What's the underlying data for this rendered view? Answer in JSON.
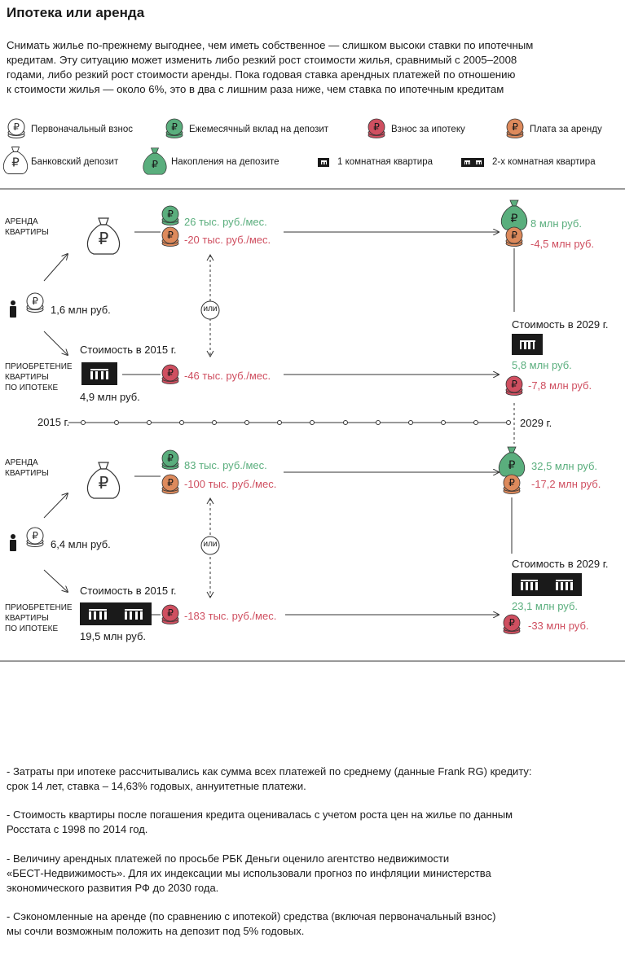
{
  "title": "Ипотека или аренда",
  "intro": [
    "Снимать жилье по-прежнему выгоднее, чем иметь собственное — слишком высоки ставки по ипотечным",
    "кредитам. Эту ситуацию может изменить либо резкий рост стоимости жилья, сравнимый с 2005–2008",
    "годами, либо резкий рост стоимости аренды. Пока годовая ставка арендных платежей по отношению",
    "к стоимости жилья — около 6%, это в два с лишним раза ниже, чем ставка по ипотечным кредитам"
  ],
  "legend": {
    "initial_payment": "Первоначальный взнос",
    "monthly_deposit": "Ежемесячный вклад на депозит",
    "mortgage_payment": "Взнос за ипотеку",
    "rent_payment": "Плата за аренду",
    "bank_deposit": "Банковский депозит",
    "deposit_savings": "Накопления на депозите",
    "one_room": "1 комнатная квартира",
    "two_room": "2-х комнатная квартира"
  },
  "labels": {
    "rent": "АРЕНДА КВАРТИРЫ",
    "rent_l1": "АРЕНДА",
    "rent_l2": "КВАРТИРЫ",
    "buy_l1": "ПРИОБРЕТЕНИЕ",
    "buy_l2": "КВАРТИРЫ",
    "buy_l3": "ПО ИПОТЕКЕ",
    "or": "или",
    "cost_2015": "Стоимость в 2015 г.",
    "cost_2029": "Стоимость в 2029 г.",
    "year_start": "2015 г.",
    "year_end": "2029 г."
  },
  "scenario1": {
    "initial": "1,6 млн руб.",
    "deposit_monthly": "26 тыс. руб./мес.",
    "rent_monthly": "-20 тыс. руб./мес.",
    "savings_2029": "8 млн руб.",
    "rent_total": "-4,5 млн руб.",
    "price_2015": "4,9 млн руб.",
    "mortgage_monthly": "-46 тыс. руб./мес.",
    "price_2029": "5,8 млн руб.",
    "mortgage_total": "-7,8 млн руб."
  },
  "scenario2": {
    "initial": "6,4 млн руб.",
    "deposit_monthly": "83 тыс. руб./мес.",
    "rent_monthly": "-100 тыс. руб./мес.",
    "savings_2029": "32,5 млн руб.",
    "rent_total": "-17,2 млн руб.",
    "price_2015": "19,5 млн руб.",
    "mortgage_monthly": "-183 тыс. руб./мес.",
    "price_2029": "23,1 млн руб.",
    "mortgage_total": "-33 млн руб."
  },
  "notes": [
    [
      "- Затраты при ипотеке рассчитывались как сумма всех платежей по среднему (данные Frank RG) кредиту:",
      "срок 14 лет, ставка – 14,63% годовых, аннуитетные платежи."
    ],
    [
      "- Стоимость квартиры после погашения кредита оценивалась с учетом роста цен на жилье по данным",
      "Росстата с 1998 по 2014 год."
    ],
    [
      "- Величину арендных платежей по просьбе РБК Деньги оценило агентство недвижимости",
      "«БЕСТ-Недвижимость». Для их индексации мы использовали прогноз по инфляции министерства",
      "экономического развития РФ до 2030 года."
    ],
    [
      "- Сэкономленные на аренде (по сравнению с ипотекой) средства (включая первоначальный взнос)",
      "мы сочли возможным положить на депозит под 5% годовых."
    ]
  ],
  "colors": {
    "green": "#5aae7d",
    "red": "#cf4f60",
    "orange": "#dd8a5c",
    "dark": "#1a1a1a"
  }
}
